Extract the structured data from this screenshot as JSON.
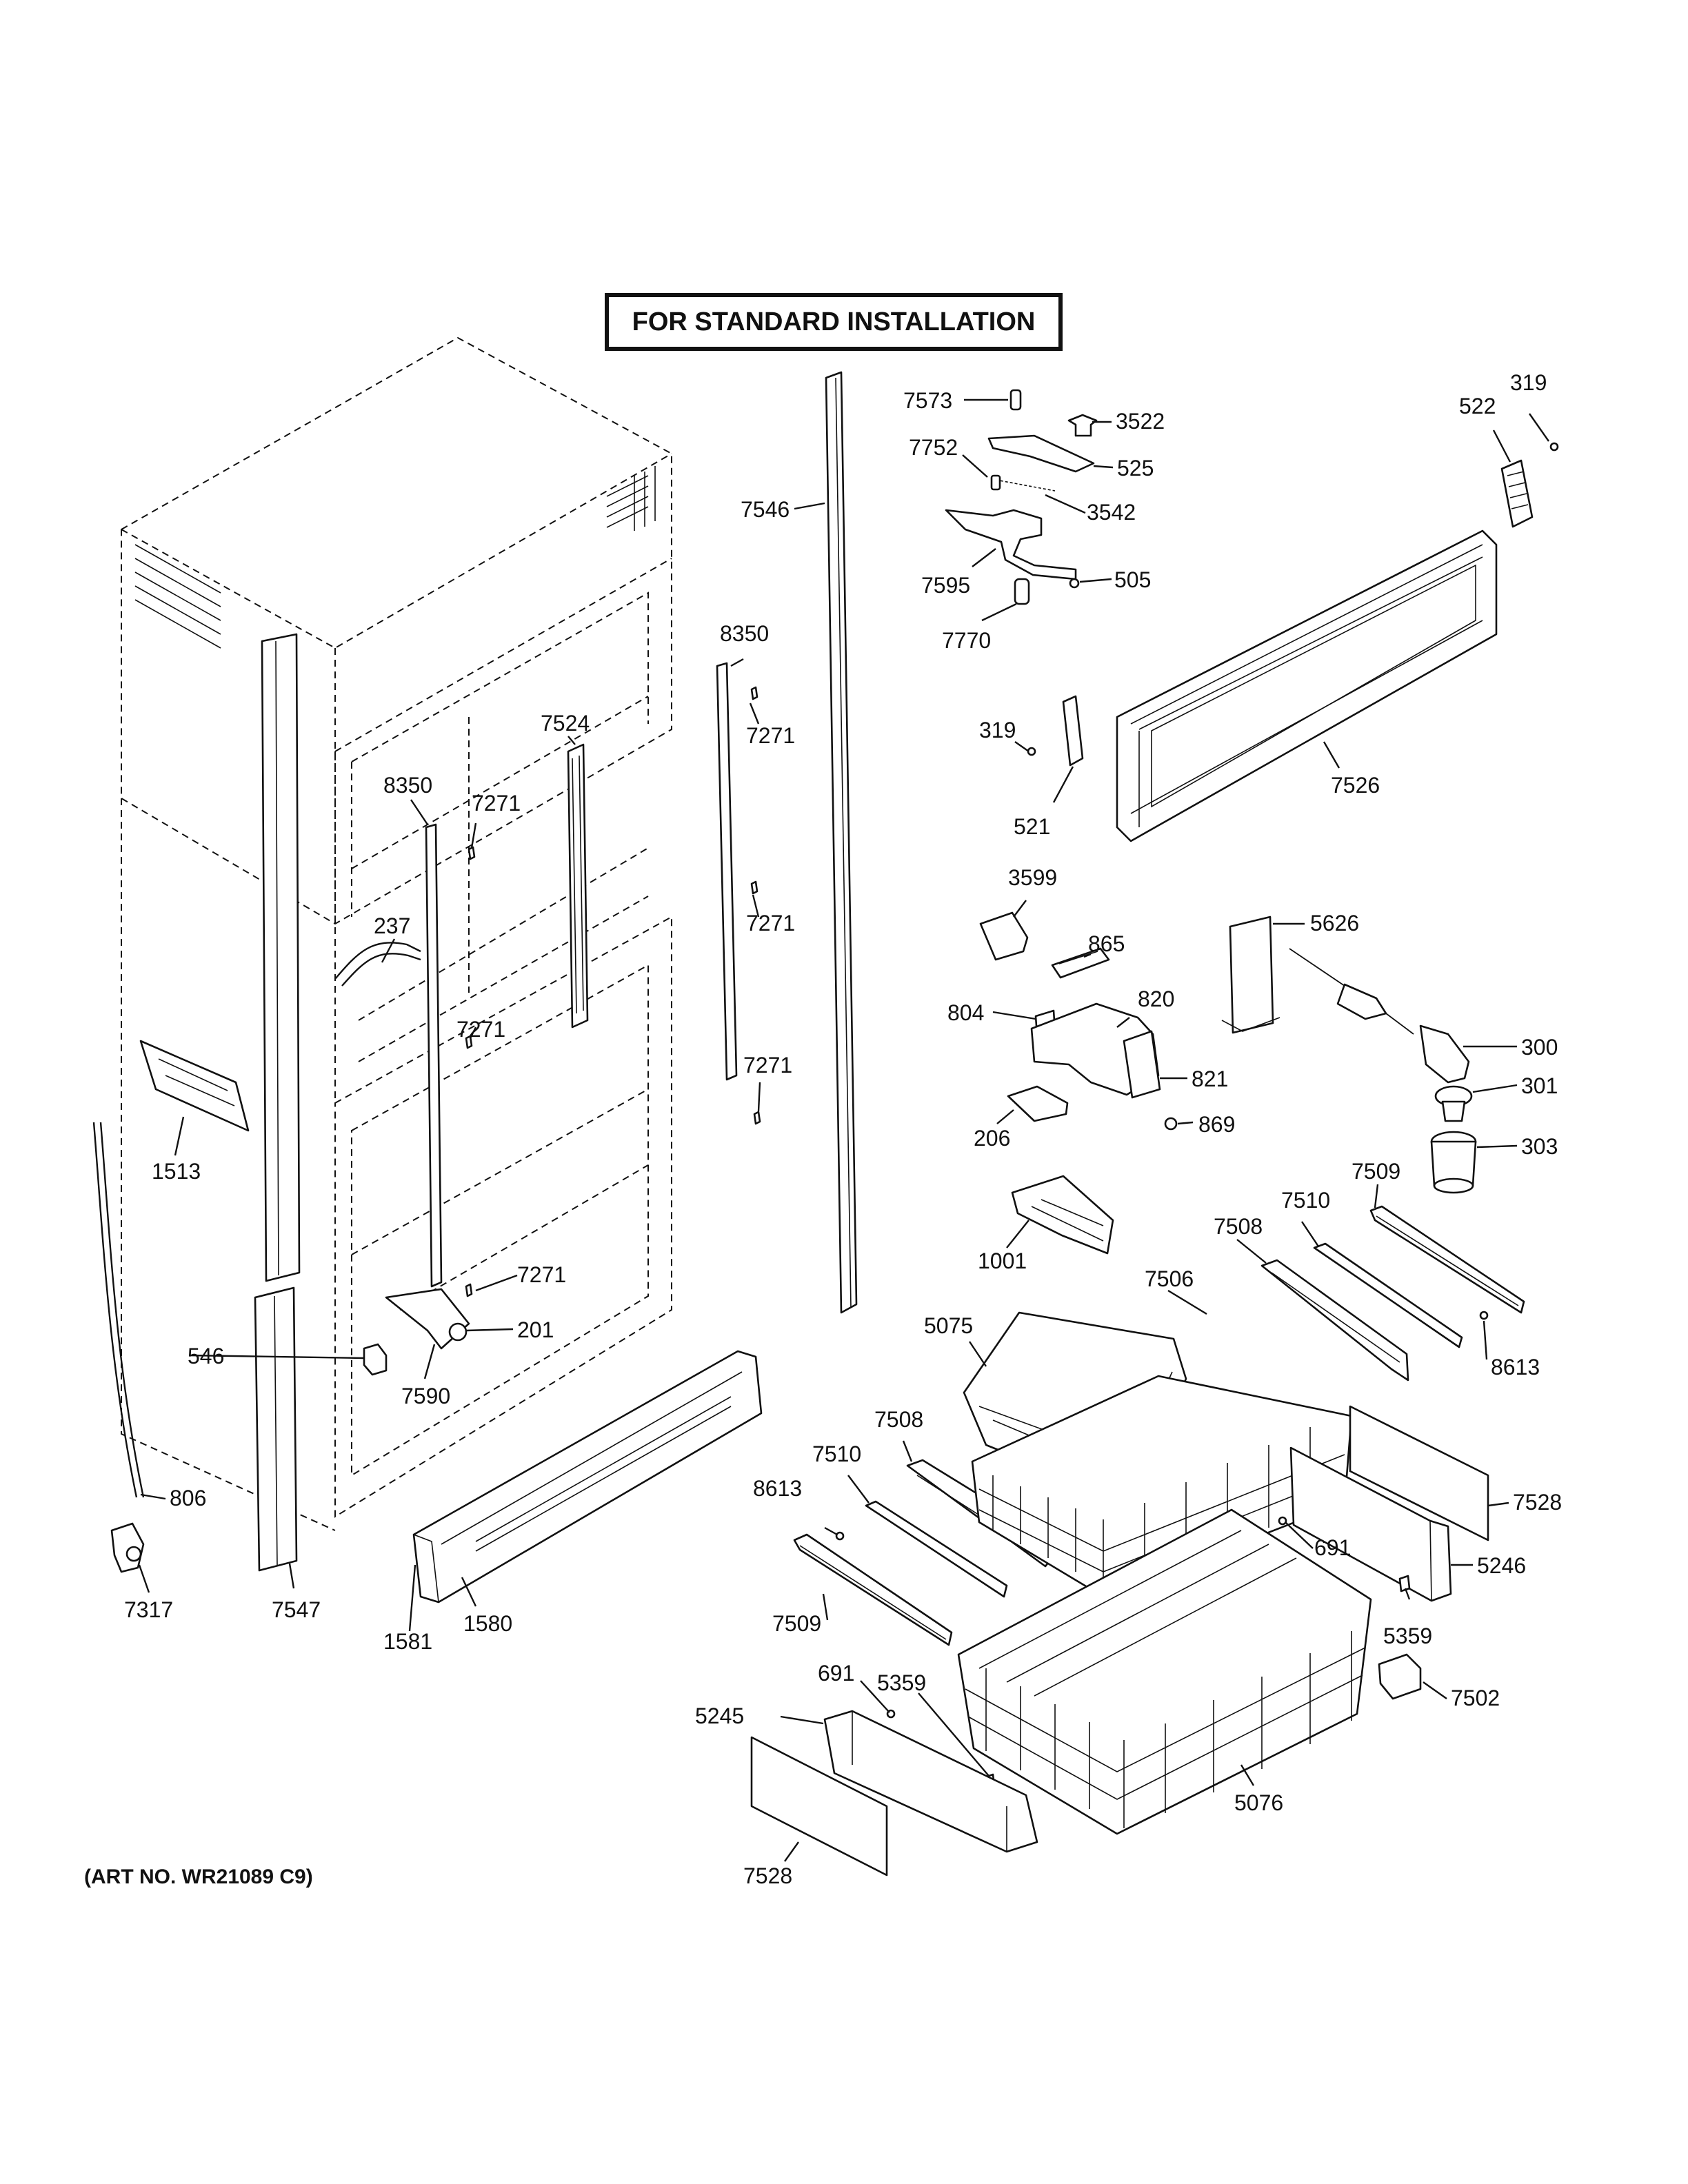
{
  "header": {
    "title": "FOR STANDARD INSTALLATION"
  },
  "footer": {
    "art_number": "(ART NO. WR21089 C9)"
  },
  "callouts": [
    {
      "id": "c1",
      "text": "7573"
    },
    {
      "id": "c2",
      "text": "3522"
    },
    {
      "id": "c3",
      "text": "319"
    },
    {
      "id": "c4",
      "text": "522"
    },
    {
      "id": "c5",
      "text": "7752"
    },
    {
      "id": "c6",
      "text": "525"
    },
    {
      "id": "c7",
      "text": "7546"
    },
    {
      "id": "c8",
      "text": "3542"
    },
    {
      "id": "c9",
      "text": "7595"
    },
    {
      "id": "c10",
      "text": "505"
    },
    {
      "id": "c11",
      "text": "7770"
    },
    {
      "id": "c12",
      "text": "8350"
    },
    {
      "id": "c13",
      "text": "7271"
    },
    {
      "id": "c14",
      "text": "319"
    },
    {
      "id": "c15",
      "text": "7524"
    },
    {
      "id": "c16",
      "text": "7526"
    },
    {
      "id": "c17",
      "text": "8350"
    },
    {
      "id": "c18",
      "text": "7271"
    },
    {
      "id": "c19",
      "text": "521"
    },
    {
      "id": "c20",
      "text": "3599"
    },
    {
      "id": "c21",
      "text": "5626"
    },
    {
      "id": "c22",
      "text": "237"
    },
    {
      "id": "c23",
      "text": "7271"
    },
    {
      "id": "c24",
      "text": "865"
    },
    {
      "id": "c25",
      "text": "804"
    },
    {
      "id": "c26",
      "text": "820"
    },
    {
      "id": "c27",
      "text": "300"
    },
    {
      "id": "c28",
      "text": "7271"
    },
    {
      "id": "c29",
      "text": "7271"
    },
    {
      "id": "c30",
      "text": "821"
    },
    {
      "id": "c31",
      "text": "301"
    },
    {
      "id": "c32",
      "text": "206"
    },
    {
      "id": "c33",
      "text": "869"
    },
    {
      "id": "c34",
      "text": "303"
    },
    {
      "id": "c35",
      "text": "1513"
    },
    {
      "id": "c36",
      "text": "7509"
    },
    {
      "id": "c37",
      "text": "7510"
    },
    {
      "id": "c38",
      "text": "7508"
    },
    {
      "id": "c39",
      "text": "1001"
    },
    {
      "id": "c40",
      "text": "7271"
    },
    {
      "id": "c41",
      "text": "7506"
    },
    {
      "id": "c42",
      "text": "201"
    },
    {
      "id": "c43",
      "text": "546"
    },
    {
      "id": "c44",
      "text": "5075"
    },
    {
      "id": "c45",
      "text": "8613"
    },
    {
      "id": "c46",
      "text": "7590"
    },
    {
      "id": "c47",
      "text": "7508"
    },
    {
      "id": "c48",
      "text": "7510"
    },
    {
      "id": "c49",
      "text": "8613"
    },
    {
      "id": "c50",
      "text": "7528"
    },
    {
      "id": "c51",
      "text": "806"
    },
    {
      "id": "c52",
      "text": "691"
    },
    {
      "id": "c53",
      "text": "5246"
    },
    {
      "id": "c54",
      "text": "7317"
    },
    {
      "id": "c55",
      "text": "7547"
    },
    {
      "id": "c56",
      "text": "1580"
    },
    {
      "id": "c57",
      "text": "7509"
    },
    {
      "id": "c58",
      "text": "5359"
    },
    {
      "id": "c59",
      "text": "1581"
    },
    {
      "id": "c60",
      "text": "691"
    },
    {
      "id": "c61",
      "text": "5359"
    },
    {
      "id": "c62",
      "text": "7502"
    },
    {
      "id": "c63",
      "text": "5245"
    },
    {
      "id": "c64",
      "text": "5076"
    },
    {
      "id": "c65",
      "text": "7528"
    }
  ]
}
